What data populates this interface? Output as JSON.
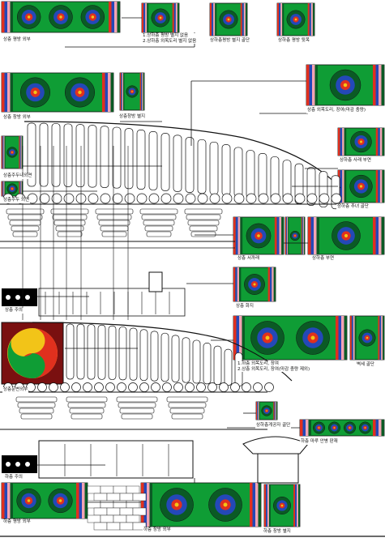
{
  "figure": {
    "labels": {
      "upper_eave_outer": "상층 평방 외부",
      "upper_bracket_notes": "1.상하층 평방 별지 없음\n2.상하층 외목도리 별지 없음",
      "upper_purlin_pattern": "상하층평방 별지 골단",
      "upper_beam_face": "상하층 평방 뒷목",
      "upper_changbang_outer": "상층 창방 외부",
      "upper_changbang_end": "상층창방 별지",
      "upper_outer_purlin": "상층 외목도리, 장여(마감 충량)",
      "eave_rafter_end": "상하층 사래 부연",
      "rafter_end_pattern": "상층주두내외면",
      "rafter_end_pattern_2": "상층주두 외면",
      "chunyeo_pattern": "상하층 추녀 골단",
      "upper_seoggarae": "상층 서까래",
      "upper_buyeon": "상하층 부연",
      "upper_bracket_wall": "상층 화지",
      "upper_column_head": "상층 주의",
      "upper_door_outer": "상층문변외부",
      "lower_outer_purlin": "1.하층 외목도리, 장여\n2.상층 외목도리, 장여(마감 충량 제외)",
      "ridge_end": "벽세 골단",
      "lower_eave_cross": "상하층게공자 골단",
      "lower_eave_border": "하층 마루 안병 판재",
      "lower_column_head": "하층 주의",
      "lower_beam_outer": "하층 평방 외부",
      "lower_changbang_outer": "하층 창방 외부",
      "lower_changbang_end": "하층 창방 별지"
    },
    "colors": {
      "dancheong_green": "#0f9d35",
      "dancheong_dark": "#0b5a25",
      "dancheong_blue": "#2448b8",
      "dancheong_red": "#e0301e",
      "dancheong_pink": "#f4a3b4",
      "dancheong_yellow": "#f2c418",
      "ink": "#111111"
    }
  }
}
